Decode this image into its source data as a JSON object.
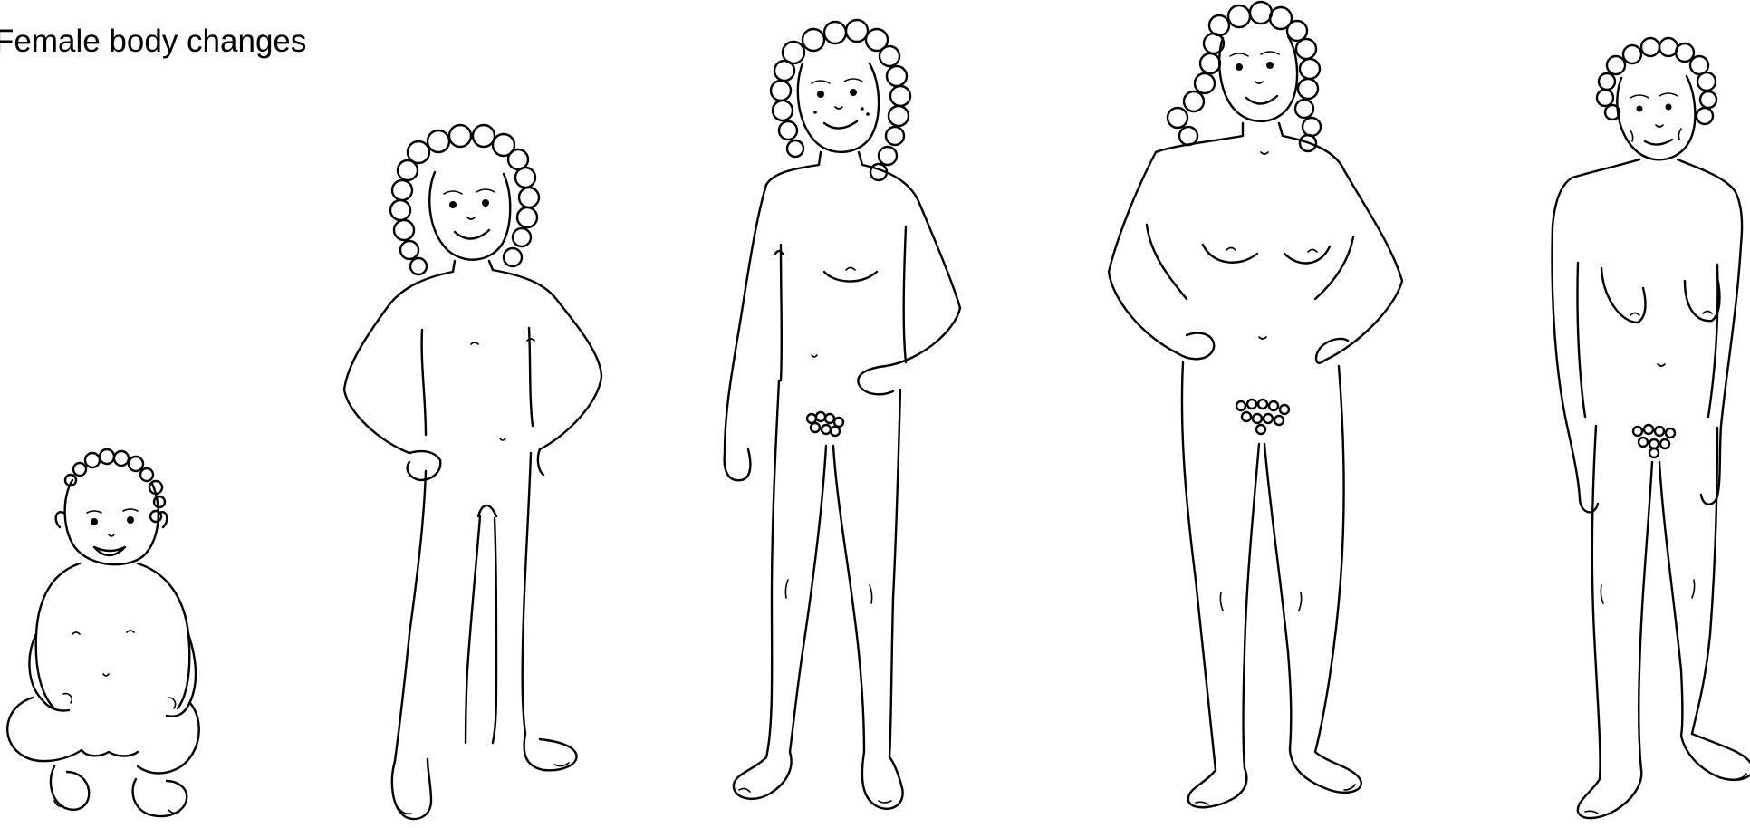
{
  "diagram": {
    "title": "Female body changes",
    "figures": [
      {
        "stage": "baby",
        "icon": "baby-figure"
      },
      {
        "stage": "child",
        "icon": "girl-child-figure"
      },
      {
        "stage": "teen",
        "icon": "adolescent-girl-figure"
      },
      {
        "stage": "adult",
        "icon": "adult-woman-figure"
      },
      {
        "stage": "older",
        "icon": "older-woman-figure"
      }
    ],
    "colors": {
      "line": "#000000",
      "background": "#ffffff"
    }
  }
}
